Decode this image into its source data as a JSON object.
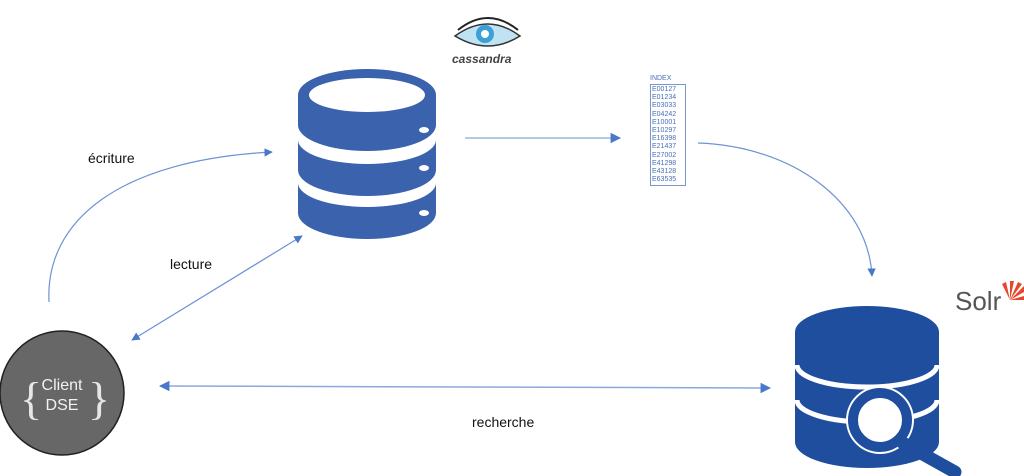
{
  "nodes": {
    "client": {
      "line1": "Client",
      "line2": "DSE",
      "color": "#676767"
    },
    "cassandra": {
      "logo_text": "cassandra",
      "icon": "database-icon",
      "color": "#3b62ad"
    },
    "index": {
      "title": "INDEX",
      "entries": [
        "E00127",
        "E01234",
        "E03033",
        "E04242",
        "E10001",
        "E10297",
        "E16398",
        "E21437",
        "E27002",
        "E41298",
        "E43128",
        "E63535"
      ]
    },
    "solr": {
      "logo_text": "Solr",
      "icon": "database-search-icon",
      "color": "#1f4e9e",
      "sun_color": "#e8462a"
    }
  },
  "edges": {
    "write": {
      "label": "écriture"
    },
    "read": {
      "label": "lecture"
    },
    "search": {
      "label": "recherche"
    },
    "color": "#4a78c8"
  }
}
